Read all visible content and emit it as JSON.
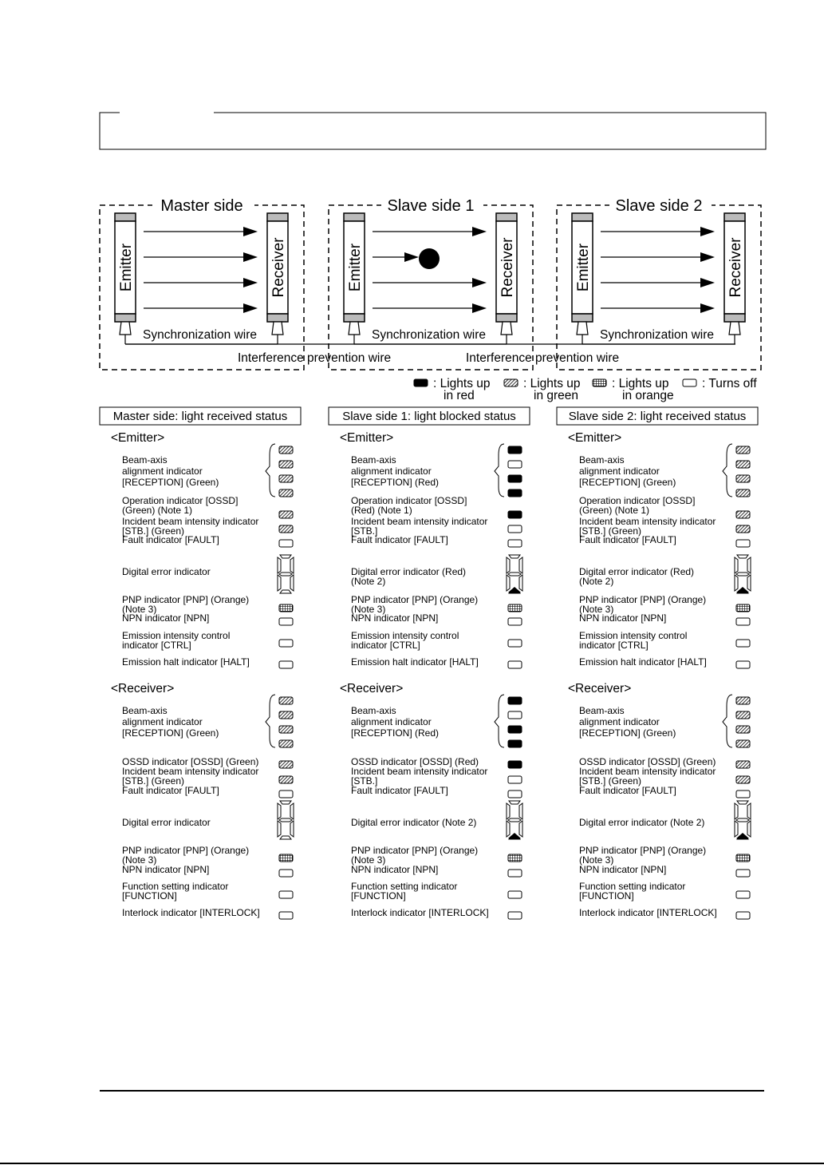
{
  "groups": [
    {
      "title": "Master side",
      "emitter_label": "Emitter",
      "receiver_label": "Receiver",
      "sync_wire": "Synchronization wire"
    },
    {
      "title": "Slave side 1",
      "emitter_label": "Emitter",
      "receiver_label": "Receiver",
      "sync_wire": "Synchronization wire"
    },
    {
      "title": "Slave side 2",
      "emitter_label": "Emitter",
      "receiver_label": "Receiver",
      "sync_wire": "Synchronization wire"
    }
  ],
  "interference_wire": "Interference prevention wire",
  "legend": [
    {
      "kind": "red",
      "line1": ": Lights up",
      "line2": "in red"
    },
    {
      "kind": "green",
      "line1": ": Lights up",
      "line2": "in green"
    },
    {
      "kind": "orange",
      "line1": ": Lights up",
      "line2": "in orange"
    },
    {
      "kind": "off",
      "line1": ": Turns off",
      "line2": ""
    }
  ],
  "colors": {
    "red": "#000000",
    "green": "hatched-diagonal",
    "orange": "hatched-grid",
    "off": "#ffffff"
  },
  "columns": [
    {
      "header": "Master side: light received status",
      "emitter": {
        "heading": "<Emitter>",
        "beam": {
          "lines": [
            "Beam-axis",
            "alignment indicator",
            "[RECEPTION] (Green)"
          ],
          "leds": [
            "green",
            "green",
            "green",
            "green"
          ]
        },
        "items": [
          {
            "lines": [
              "Operation indicator [OSSD]",
              "(Green) (Note 1)"
            ],
            "led": "green"
          },
          {
            "lines": [
              "Incident beam intensity indicator",
              "[STB.] (Green)"
            ],
            "led": "green"
          },
          {
            "lines": [
              "Fault indicator [FAULT]"
            ],
            "led": "off"
          },
          {
            "lines": [
              "Digital error indicator"
            ],
            "led": "digit-off"
          },
          {
            "lines": [
              "PNP indicator [PNP] (Orange)",
              "(Note 3)"
            ],
            "led": "orange"
          },
          {
            "lines": [
              "NPN indicator [NPN]"
            ],
            "led": "off"
          },
          {
            "lines": [
              "Emission intensity control",
              "indicator [CTRL]"
            ],
            "led": "off"
          },
          {
            "lines": [
              "Emission halt indicator [HALT]"
            ],
            "led": "off"
          }
        ]
      },
      "receiver": {
        "heading": "<Receiver>",
        "beam": {
          "lines": [
            "Beam-axis",
            "alignment indicator",
            "[RECEPTION] (Green)"
          ],
          "leds": [
            "green",
            "green",
            "green",
            "green"
          ]
        },
        "items": [
          {
            "lines": [
              "OSSD indicator [OSSD] (Green)"
            ],
            "led": "green"
          },
          {
            "lines": [
              "Incident beam intensity indicator",
              "[STB.] (Green)"
            ],
            "led": "green"
          },
          {
            "lines": [
              "Fault indicator [FAULT]"
            ],
            "led": "off"
          },
          {
            "lines": [
              "Digital error indicator"
            ],
            "led": "digit-off"
          },
          {
            "lines": [
              "PNP indicator [PNP] (Orange)",
              "(Note 3)"
            ],
            "led": "orange"
          },
          {
            "lines": [
              "NPN indicator [NPN]"
            ],
            "led": "off"
          },
          {
            "lines": [
              "Function setting indicator",
              "[FUNCTION]"
            ],
            "led": "off"
          },
          {
            "lines": [
              "Interlock indicator [INTERLOCK]"
            ],
            "led": "off"
          }
        ]
      }
    },
    {
      "header": "Slave side 1: light blocked status",
      "emitter": {
        "heading": "<Emitter>",
        "beam": {
          "lines": [
            "Beam-axis",
            "alignment indicator",
            "[RECEPTION] (Red)"
          ],
          "leds": [
            "red",
            "off",
            "red",
            "red"
          ]
        },
        "items": [
          {
            "lines": [
              "Operation indicator [OSSD]",
              "(Red) (Note 1)"
            ],
            "led": "red"
          },
          {
            "lines": [
              "Incident beam intensity indicator",
              "[STB.]"
            ],
            "led": "off"
          },
          {
            "lines": [
              "Fault indicator [FAULT]"
            ],
            "led": "off"
          },
          {
            "lines": [
              "Digital error indicator (Red)",
              "(Note 2)"
            ],
            "led": "digit-on"
          },
          {
            "lines": [
              "PNP indicator [PNP] (Orange)",
              "(Note 3)"
            ],
            "led": "orange"
          },
          {
            "lines": [
              "NPN indicator [NPN]"
            ],
            "led": "off"
          },
          {
            "lines": [
              "Emission intensity control",
              "indicator [CTRL]"
            ],
            "led": "off"
          },
          {
            "lines": [
              "Emission halt indicator [HALT]"
            ],
            "led": "off"
          }
        ]
      },
      "receiver": {
        "heading": "<Receiver>",
        "beam": {
          "lines": [
            "Beam-axis",
            "alignment indicator",
            "[RECEPTION] (Red)"
          ],
          "leds": [
            "red",
            "off",
            "red",
            "red"
          ]
        },
        "items": [
          {
            "lines": [
              "OSSD indicator [OSSD] (Red)"
            ],
            "led": "red"
          },
          {
            "lines": [
              "Incident beam intensity indicator",
              "[STB.]"
            ],
            "led": "off"
          },
          {
            "lines": [
              "Fault indicator [FAULT]"
            ],
            "led": "off"
          },
          {
            "lines": [
              "Digital error indicator (Note 2)"
            ],
            "led": "digit-on"
          },
          {
            "lines": [
              "PNP indicator [PNP] (Orange)",
              "(Note 3)"
            ],
            "led": "orange"
          },
          {
            "lines": [
              "NPN indicator [NPN]"
            ],
            "led": "off"
          },
          {
            "lines": [
              "Function setting indicator",
              "[FUNCTION]"
            ],
            "led": "off"
          },
          {
            "lines": [
              "Interlock indicator [INTERLOCK]"
            ],
            "led": "off"
          }
        ]
      }
    },
    {
      "header": "Slave side 2: light received status",
      "emitter": {
        "heading": "<Emitter>",
        "beam": {
          "lines": [
            "Beam-axis",
            "alignment indicator",
            "[RECEPTION] (Green)"
          ],
          "leds": [
            "green",
            "green",
            "green",
            "green"
          ]
        },
        "items": [
          {
            "lines": [
              "Operation indicator [OSSD]",
              "(Green) (Note 1)"
            ],
            "led": "green"
          },
          {
            "lines": [
              "Incident beam intensity indicator",
              "[STB.] (Green)"
            ],
            "led": "green"
          },
          {
            "lines": [
              "Fault indicator [FAULT]"
            ],
            "led": "off"
          },
          {
            "lines": [
              "Digital error indicator (Red)",
              "(Note 2)"
            ],
            "led": "digit-on"
          },
          {
            "lines": [
              "PNP indicator [PNP] (Orange)",
              "(Note 3)"
            ],
            "led": "orange"
          },
          {
            "lines": [
              "NPN indicator [NPN]"
            ],
            "led": "off"
          },
          {
            "lines": [
              "Emission intensity control",
              "indicator [CTRL]"
            ],
            "led": "off"
          },
          {
            "lines": [
              "Emission halt indicator [HALT]"
            ],
            "led": "off"
          }
        ]
      },
      "receiver": {
        "heading": "<Receiver>",
        "beam": {
          "lines": [
            "Beam-axis",
            "alignment indicator",
            "[RECEPTION] (Green)"
          ],
          "leds": [
            "green",
            "green",
            "green",
            "green"
          ]
        },
        "items": [
          {
            "lines": [
              "OSSD indicator [OSSD] (Green)"
            ],
            "led": "green"
          },
          {
            "lines": [
              "Incident beam intensity indicator",
              "[STB.] (Green)"
            ],
            "led": "green"
          },
          {
            "lines": [
              "Fault indicator [FAULT]"
            ],
            "led": "off"
          },
          {
            "lines": [
              "Digital error indicator (Note 2)"
            ],
            "led": "digit-on"
          },
          {
            "lines": [
              "PNP indicator [PNP] (Orange)",
              "(Note 3)"
            ],
            "led": "orange"
          },
          {
            "lines": [
              "NPN indicator [NPN]"
            ],
            "led": "off"
          },
          {
            "lines": [
              "Function setting indicator",
              "[FUNCTION]"
            ],
            "led": "off"
          },
          {
            "lines": [
              "Interlock indicator [INTERLOCK]"
            ],
            "led": "off"
          }
        ]
      }
    }
  ]
}
